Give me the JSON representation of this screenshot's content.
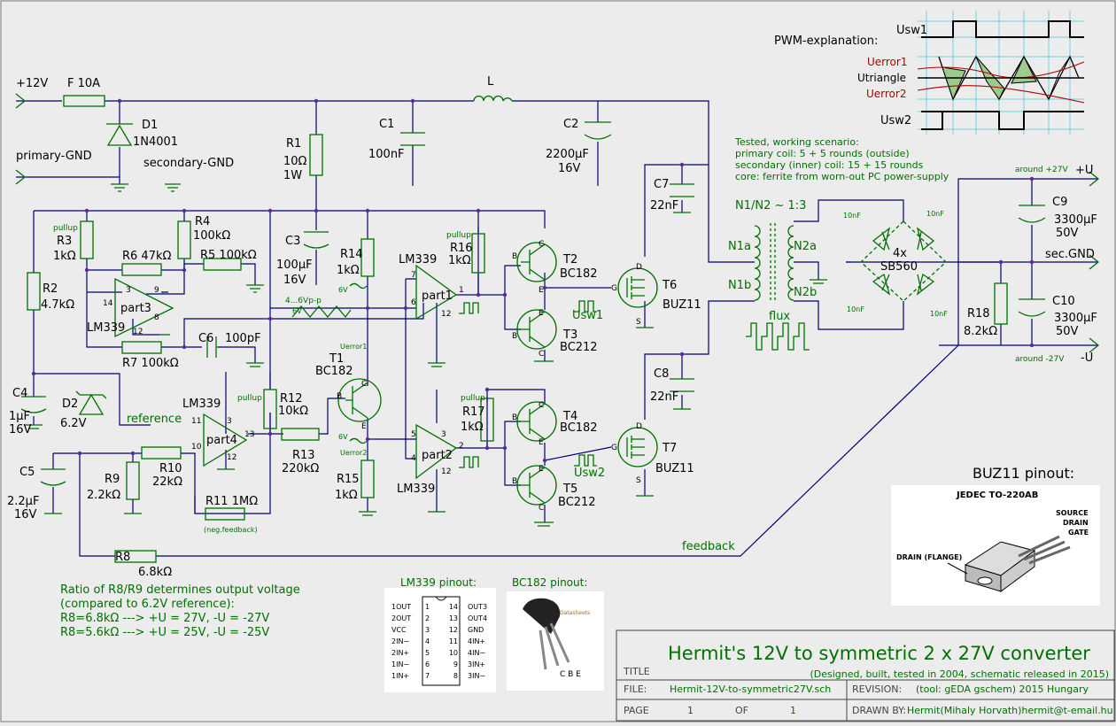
{
  "rails": {
    "plus12v": "+12V",
    "fuse": "F  10A",
    "primary_gnd": "primary-GND",
    "secondary_gnd": "secondary-GND",
    "inductor": "L",
    "plus_u_note": "around +27V",
    "plus_u": "+U",
    "minus_u_note": "around -27V",
    "minus_u": "-U",
    "sec_gnd": "sec.GND"
  },
  "components": {
    "d1_ref": "D1",
    "d1_val": "1N4001",
    "r1_ref": "R1",
    "r1_val": "10Ω",
    "r1_pow": "1W",
    "c1_ref": "C1",
    "c1_val": "100nF",
    "c2_ref": "C2",
    "c2_val": "2200µF",
    "c2_volt": "16V",
    "c3_ref": "C3",
    "c3_val": "100µF",
    "c3_volt": "16V",
    "r2_ref": "R2",
    "r2_val": "4.7kΩ",
    "r3_pullup": "pullup",
    "r3_ref": "R3",
    "r3_val": "1kΩ",
    "r4_ref": "R4",
    "r4_val": "100kΩ",
    "r5": "R5  100kΩ",
    "r6": "R6  47kΩ",
    "r7": "R7  100kΩ",
    "c6": "C6",
    "c6_val": "100pF",
    "part3": "part3",
    "lm339_3": "LM339",
    "r14_ref": "R14",
    "r14_val": "1kΩ",
    "lm339_1": "LM339",
    "part1": "part1",
    "r16_pullup": "pullup",
    "r16_ref": "R16",
    "r16_val": "1kΩ",
    "t2_ref": "T2",
    "t2_val": "BC182",
    "t3_ref": "T3",
    "t3_val": "BC212",
    "t6_ref": "T6",
    "t6_val": "BUZ11",
    "usw1_label": "Usw1",
    "c7_ref": "C7",
    "c7_val": "22nF",
    "c8_ref": "C8",
    "c8_val": "22nF",
    "t1_ref": "T1",
    "t1_val": "BC182",
    "uerror1_small": "Uerror1",
    "uerror2_small": "Uerror2",
    "triangle_amp": "4...6Vp-p",
    "six_v_a": "6V",
    "six_v_b": "6V",
    "six_v_c": "6V",
    "c4_ref": "C4",
    "c4_val": "1µF",
    "c4_volt": "16V",
    "d2_ref": "D2",
    "d2_val": "6.2V",
    "reference": "reference",
    "lm339_4": "LM339",
    "part4": "part4",
    "r12_pullup": "pullup",
    "r12_ref": "R12",
    "r12_val": "10kΩ",
    "r13_ref": "R13",
    "r13_val": "220kΩ",
    "r15_ref": "R15",
    "r15_val": "1kΩ",
    "lm339_2": "LM339",
    "part2": "part2",
    "r17_pullup": "pullup",
    "r17_ref": "R17",
    "r17_val": "1kΩ",
    "t4_ref": "T4",
    "t4_val": "BC182",
    "t5_ref": "T5",
    "t5_val": "BC212",
    "t7_ref": "T7",
    "t7_val": "BUZ11",
    "usw2_label": "Usw2",
    "c5_ref": "C5",
    "c5_val": "2.2µF",
    "c5_volt": "16V",
    "r9_ref": "R9",
    "r9_val": "2.2kΩ",
    "r10_ref": "R10",
    "r10_val": "22kΩ",
    "r11": "R11  1MΩ",
    "neg_feedback": "(neg.feedback)",
    "r8_ref": "R8",
    "r8_val": "6.8kΩ",
    "feedback": "feedback",
    "transformer_ratio": "N1/N2 ~ 1:3",
    "n1a": "N1a",
    "n1b": "N1b",
    "n2a": "N2a",
    "n2b": "N2b",
    "flux": "flux",
    "bridge_count": "4x",
    "bridge_val": "SB560",
    "cap_10nf": "10nF",
    "c9_ref": "C9",
    "c9_val": "3300µF",
    "c9_volt": "50V",
    "c10_ref": "C10",
    "c10_val": "3300µF",
    "c10_volt": "50V",
    "r18_ref": "R18",
    "r18_val": "8.2kΩ",
    "pin_nums": [
      "1",
      "2",
      "3",
      "4",
      "5",
      "6",
      "7",
      "8",
      "9",
      "10",
      "11",
      "12",
      "13",
      "14"
    ],
    "pin_b": "B",
    "pin_c": "C",
    "pin_e": "E",
    "pin_g": "G",
    "pin_d": "D",
    "pin_s": "S"
  },
  "notes": {
    "tested_title": "Tested, working scenario:",
    "tested_line1": "primary coil: 5 + 5 rounds (outside)",
    "tested_line2": "secondary (inner) coil: 15 + 15 rounds",
    "tested_line3": "core: ferrite from worn-out PC power-supply",
    "ratio_line1": "Ratio of R8/R9 determines output voltage",
    "ratio_line2": "(compared to 6.2V reference):",
    "ratio_line3": "R8=6.8kΩ  --->  +U = 27V, -U = -27V",
    "ratio_line4": "R8=5.6kΩ  --->  +U = 25V, -U = -25V"
  },
  "pwm": {
    "title": "PWM-explanation:",
    "usw1": "Usw1",
    "uerror1": "Uerror1",
    "utriangle": "Utriangle",
    "uerror2": "Uerror2",
    "usw2": "Usw2"
  },
  "lm339_pinout": {
    "title": "LM339 pinout:",
    "left_pins": [
      "1OUT",
      "2OUT",
      "VCC",
      "2IN−",
      "2IN+",
      "1IN−",
      "1IN+"
    ],
    "right_pins": [
      "OUT3",
      "OUT4",
      "GND",
      "4IN+",
      "4IN−",
      "3IN+",
      "3IN−"
    ],
    "left_nums": [
      "1",
      "2",
      "3",
      "4",
      "5",
      "6",
      "7"
    ],
    "right_nums": [
      "14",
      "13",
      "12",
      "11",
      "10",
      "9",
      "8"
    ]
  },
  "bc182_pinout": {
    "title": "BC182 pinout:",
    "pins": "C B E",
    "watermark": "Datasheets"
  },
  "buz11_pinout": {
    "title": "BUZ11 pinout:",
    "package": "JEDEC TO-220AB",
    "source": "SOURCE",
    "drain": "DRAIN",
    "gate": "GATE",
    "flange": "DRAIN (FLANGE)"
  },
  "title_block": {
    "title_label": "TITLE",
    "title": "Hermit's 12V to symmetric 2 x 27V converter",
    "subtitle": "(Designed, built, tested in 2004, schematic released in 2015)",
    "file_label": "FILE:",
    "file": "Hermit-12V-to-symmetric27V.sch",
    "revision_label": "REVISION:",
    "revision": "(tool: gEDA gschem)  2015 Hungary",
    "page_label": "PAGE",
    "page": "1",
    "of_label": "OF",
    "of": "1",
    "drawn_label": "DRAWN BY:",
    "drawn": "Hermit(Mihaly Horvath)hermit@t-email.hu"
  },
  "colors": {
    "wire": "#00007a",
    "component": "#007000",
    "error_signal": "#b00000",
    "background": "#ececec",
    "grid": "#6fd0e0"
  }
}
